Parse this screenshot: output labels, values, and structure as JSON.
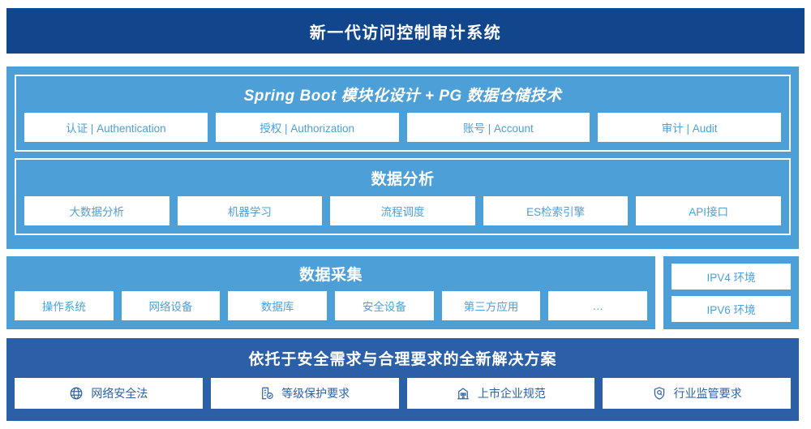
{
  "header": {
    "title": "新一代访问控制审计系统",
    "bg_color": "#11458c"
  },
  "colors": {
    "header_navy": "#11458c",
    "panel_light_blue": "#4d9fd8",
    "panel_dark_blue": "#2b5fa8",
    "chip_bg": "#ffffff",
    "chip_text_blue": "#4d9fd8",
    "chip_text_dark_blue": "#2b5fa8"
  },
  "layers": {
    "platform": {
      "title": "Spring Boot 模块化设计 + PG 数据仓储技术",
      "title_style": "italic",
      "items": [
        {
          "label": "认证 | Authentication"
        },
        {
          "label": "授权 | Authorization"
        },
        {
          "label": "账号 | Account"
        },
        {
          "label": "审计 | Audit"
        }
      ]
    },
    "analysis": {
      "title": "数据分析",
      "items": [
        {
          "label": "大数据分析"
        },
        {
          "label": "机器学习"
        },
        {
          "label": "流程调度"
        },
        {
          "label": "ES检索引擎"
        },
        {
          "label": "API接口"
        }
      ]
    },
    "collection": {
      "title": "数据采集",
      "items": [
        {
          "label": "操作系统"
        },
        {
          "label": "网络设备"
        },
        {
          "label": "数据库"
        },
        {
          "label": "安全设备"
        },
        {
          "label": "第三方应用"
        },
        {
          "label": "…"
        }
      ]
    },
    "environments": {
      "items": [
        {
          "label": "IPV4 环境"
        },
        {
          "label": "IPV6 环境"
        }
      ]
    },
    "compliance": {
      "title": "依托于安全需求与合理要求的全新解决方案",
      "items": [
        {
          "label": "网络安全法",
          "icon": "globe-network-icon"
        },
        {
          "label": "等级保护要求",
          "icon": "document-check-icon"
        },
        {
          "label": "上市企业规范",
          "icon": "bank-building-icon"
        },
        {
          "label": "行业监管要求",
          "icon": "shield-search-icon"
        }
      ]
    }
  }
}
